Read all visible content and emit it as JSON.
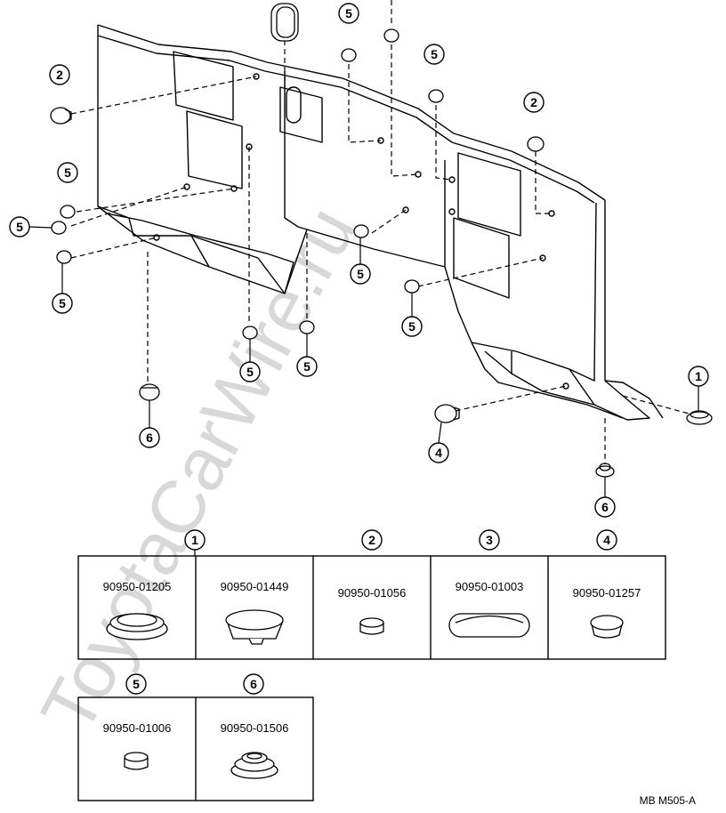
{
  "watermark": "ToyotaCarWire.ru",
  "diagram_code": "MB  M505-A",
  "callouts": {
    "c1": "1",
    "c2": "2",
    "c3": "3",
    "c4": "4",
    "c5": "5",
    "c6": "6"
  },
  "parts": {
    "p1a": "90950-01205",
    "p1b": "90950-01449",
    "p2": "90950-01056",
    "p3": "90950-01003",
    "p4": "90950-01257",
    "p5": "90950-01006",
    "p6": "90950-01506"
  }
}
